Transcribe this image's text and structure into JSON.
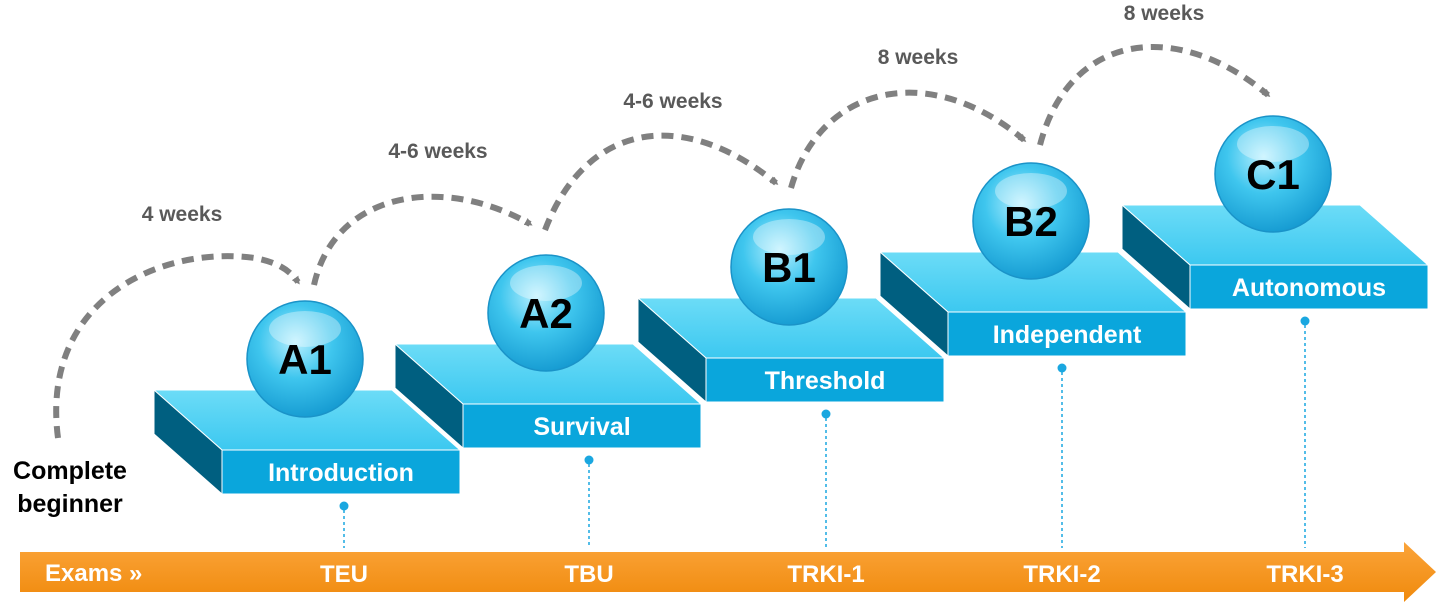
{
  "start_label": [
    "Complete",
    "beginner"
  ],
  "exams_label": "Exams »",
  "levels": [
    {
      "code": "A1",
      "name": "Introduction",
      "exam": "TEU"
    },
    {
      "code": "A2",
      "name": "Survival",
      "exam": "TBU"
    },
    {
      "code": "B1",
      "name": "Threshold",
      "exam": "TRKI-1"
    },
    {
      "code": "B2",
      "name": "Independent",
      "exam": "TRKI-2"
    },
    {
      "code": "C1",
      "name": "Autonomous",
      "exam": "TRKI-3"
    }
  ],
  "durations": [
    "4 weeks",
    "4-6 weeks",
    "4-6 weeks",
    "8 weeks",
    "8 weeks"
  ],
  "colors": {
    "step_top": "#4fd3f5",
    "step_front": "#0aa6dc",
    "step_side": "#005f80",
    "ball": "#3fc6ee",
    "arrow_bar": "#f7941d",
    "dashed_arrow": "#808080",
    "leader": "#1aa7e0"
  }
}
